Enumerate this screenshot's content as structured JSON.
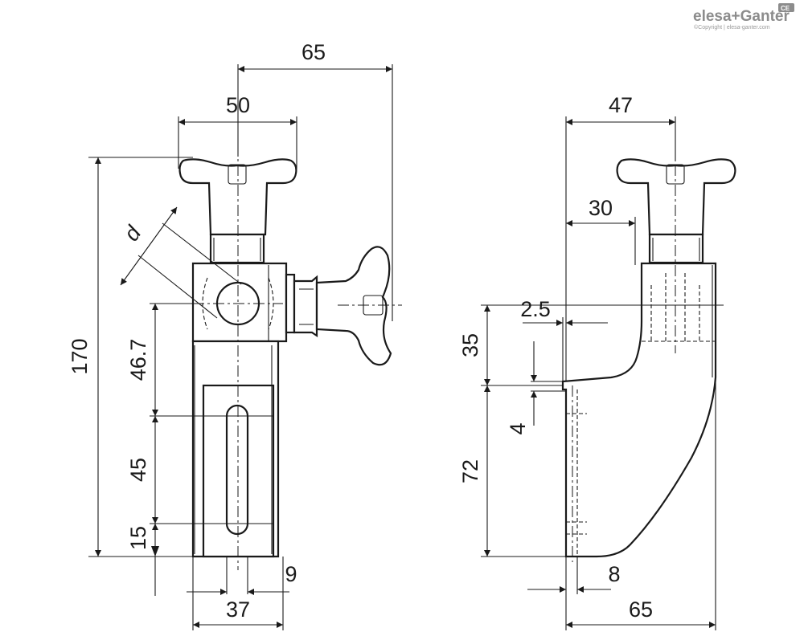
{
  "brand": {
    "logo": "elesa+Ganter",
    "copyright": "©Copyright | elesa-ganter.com",
    "badge": "CE"
  },
  "dimensions": {
    "front_view": {
      "width_overall": "65",
      "width_knob": "50",
      "height_total": "170",
      "diameter_label": "d",
      "height_upper": "46.7",
      "height_slot": "45",
      "height_bottom": "15",
      "offset_small": "9",
      "base_width": "37"
    },
    "side_view": {
      "width_top": "47",
      "offset_30": "30",
      "step_2_5": "2.5",
      "height_35": "35",
      "thickness_4": "4",
      "height_72": "72",
      "thickness_8": "8",
      "width_bottom": "65"
    }
  }
}
